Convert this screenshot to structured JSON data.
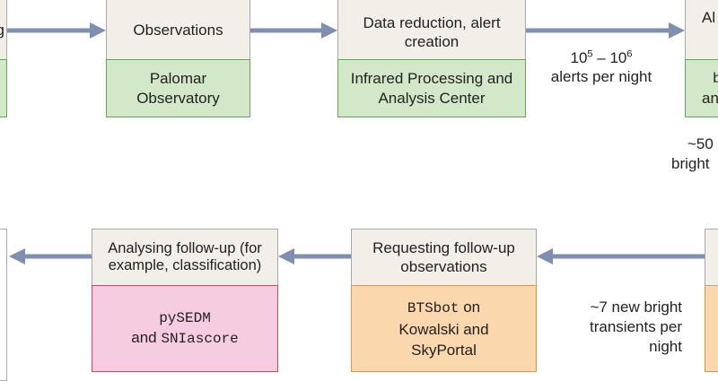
{
  "colors": {
    "arrow": "#7f8fb1",
    "header_fill": "#f1efe8",
    "green_fill": "#d3e8c8",
    "pink_fill": "#f6cde0",
    "orange_fill": "#fbd7ae"
  },
  "top_row": {
    "left_partial_text": "g",
    "observations": {
      "title": "Observations",
      "site": "Palomar Observatory"
    },
    "data_reduction": {
      "title": "Data reduction, alert creation",
      "site": "Infrared Processing and Analysis Center"
    },
    "alerts_note": {
      "base1": "10",
      "exp1": "5",
      "dash": " – ",
      "base2": "10",
      "exp2": "6",
      "line2": "alerts per night"
    },
    "right_partial_title": "Al",
    "right_partial_body_line1": "b",
    "right_partial_body_line2": "an"
  },
  "right_partial_note": {
    "line1": "~50",
    "line2": "bright"
  },
  "bottom_row": {
    "analysing": {
      "title": "Analysing follow-up (for example, classification)",
      "tool1": "pySEDM",
      "and_text": "and",
      "tool2": "SNIascore"
    },
    "requesting": {
      "title": "Requesting follow-up observations",
      "tool": "BTSbot",
      "on_text": "on",
      "rest": "Kowalski and SkyPortal"
    },
    "transients_note": "~7 new bright transients per night"
  }
}
